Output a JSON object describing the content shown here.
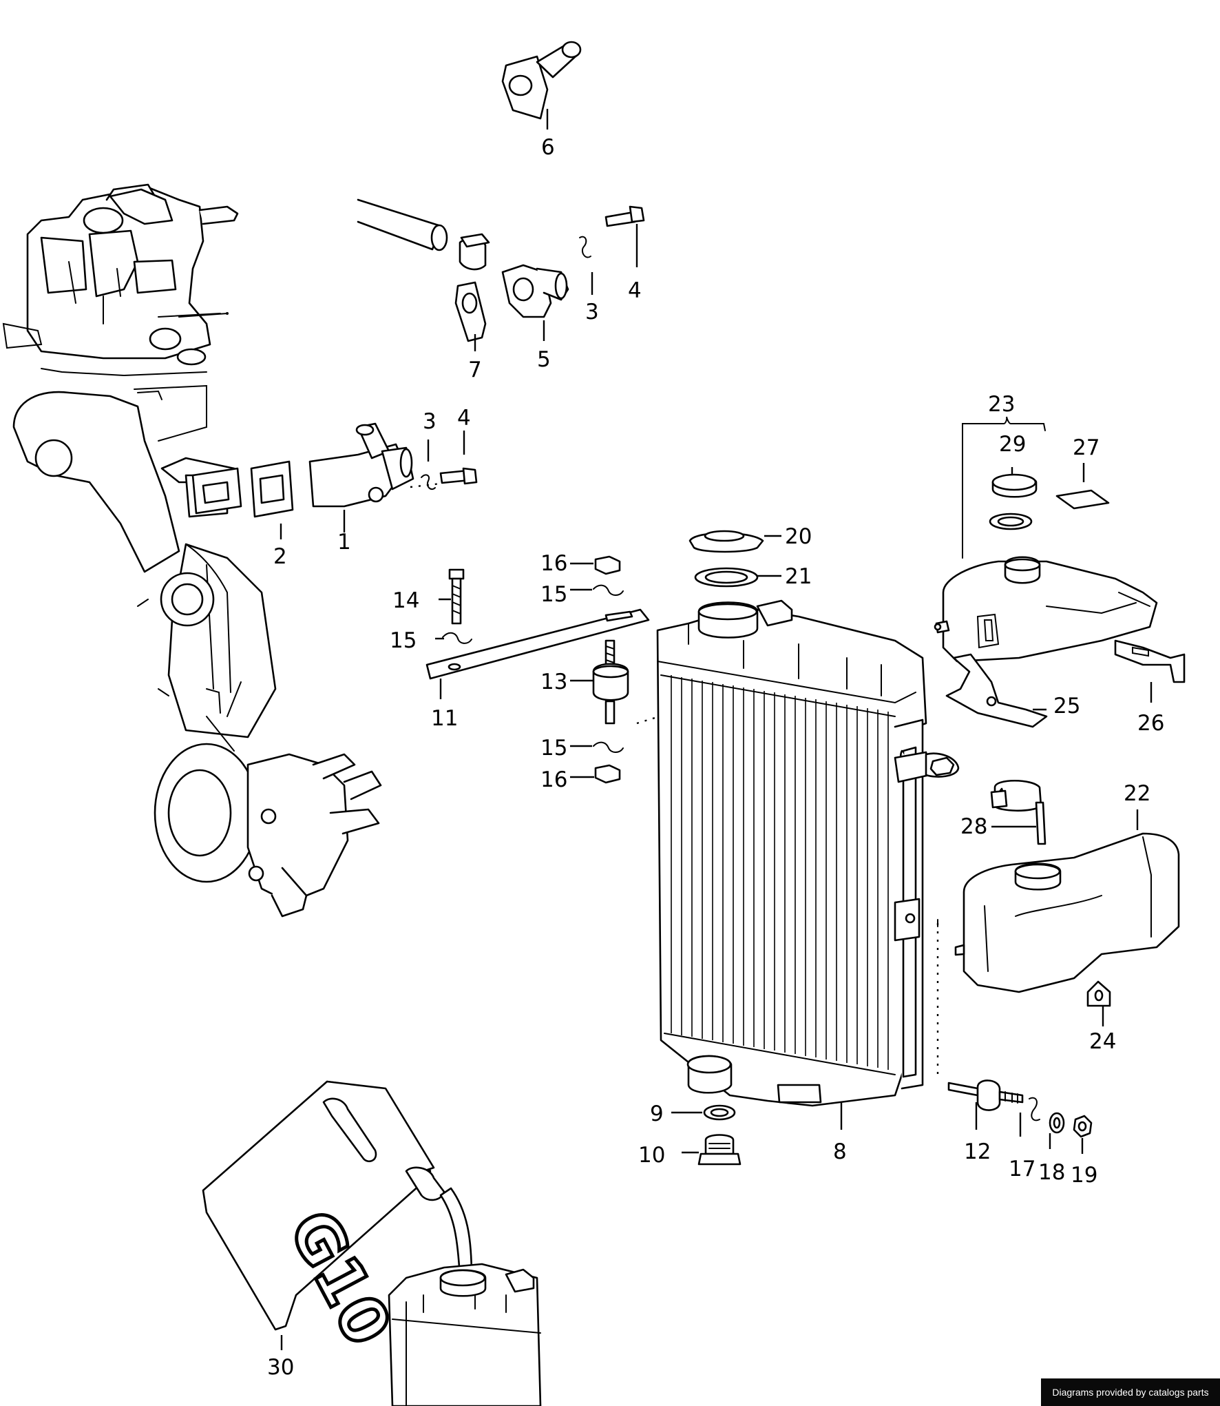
{
  "labels": {
    "p1": "1",
    "p2": "2",
    "p3a": "3",
    "p3b": "3",
    "p4a": "4",
    "p4b": "4",
    "p5": "5",
    "p6": "6",
    "p7": "7",
    "p8": "8",
    "p9": "9",
    "p10": "10",
    "p11": "11",
    "p12": "12",
    "p13": "13",
    "p14": "14",
    "p15a": "15",
    "p15b": "15",
    "p15c": "15",
    "p16a": "16",
    "p16b": "16",
    "p17": "17",
    "p18": "18",
    "p19": "19",
    "p20": "20",
    "p21": "21",
    "p22": "22",
    "p23": "23",
    "p24": "24",
    "p25": "25",
    "p26": "26",
    "p27": "27",
    "p28": "28",
    "p29": "29",
    "p30": "30"
  },
  "canister_marking": "G10",
  "footer_text": "Diagrams provided by catalogs parts"
}
